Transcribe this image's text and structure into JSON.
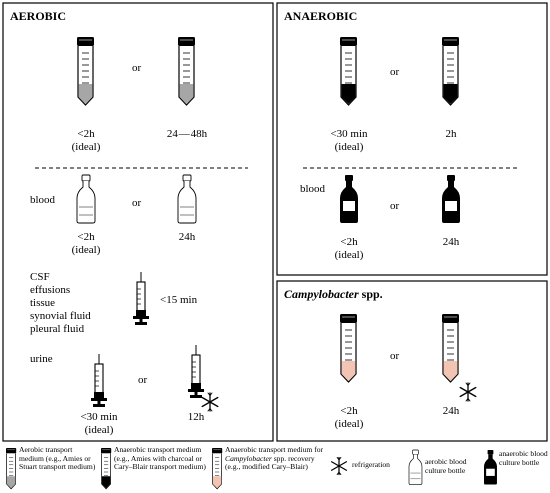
{
  "panels": {
    "aerobic": {
      "title": "AEROBIC",
      "or": "or",
      "tube_left_label": [
        "<2h",
        "(ideal)"
      ],
      "tube_right_label": "24 — 48h",
      "blood_label": "blood",
      "bottle_left_label": [
        "<2h",
        "(ideal)"
      ],
      "bottle_right_label": "24h",
      "specimens": [
        "CSF",
        "effusions",
        "tissue",
        "synovial fluid",
        "pleural fluid"
      ],
      "syringe_time": "<15 min",
      "urine_label": "urine",
      "urine_left_label": [
        "<30 min",
        "(ideal)"
      ],
      "urine_right_label": "12h"
    },
    "anaerobic": {
      "title": "ANAEROBIC",
      "or": "or",
      "tube_left_label": [
        "<30 min",
        "(ideal)"
      ],
      "tube_right_label": "2h",
      "blood_label": "blood",
      "bottle_left_label": [
        "<2h",
        "(ideal)"
      ],
      "bottle_right_label": "24h"
    },
    "campylobacter": {
      "title_italic": "Campylobacter",
      "title_rest": " spp.",
      "or": "or",
      "tube_left_label": [
        "<2h",
        "(ideal)"
      ],
      "tube_right_label": "24h"
    }
  },
  "legend": {
    "aerobic_medium": "Aerobic transport medium (e.g., Amies or Stuart transport medium)",
    "anaerobic_medium": "Anaerobic transport medium (e.g., Amies with charcoal or Cary–Blair transport medium)",
    "campy_medium_pre": "Anaerobic transport medium for ",
    "campy_medium_italic": "Campylobacter",
    "campy_medium_post": " spp. recovery (e.g., modified Cary–Blair)",
    "refrigeration": "refrigeration",
    "aerobic_bottle": "aerobic blood culture bottle",
    "anaerobic_bottle": "anaerobic blood culture bottle"
  },
  "colors": {
    "aerobic_fill": "#a6a6a6",
    "anaerobic_fill": "#000000",
    "campy_fill": "#f2c4b4"
  }
}
